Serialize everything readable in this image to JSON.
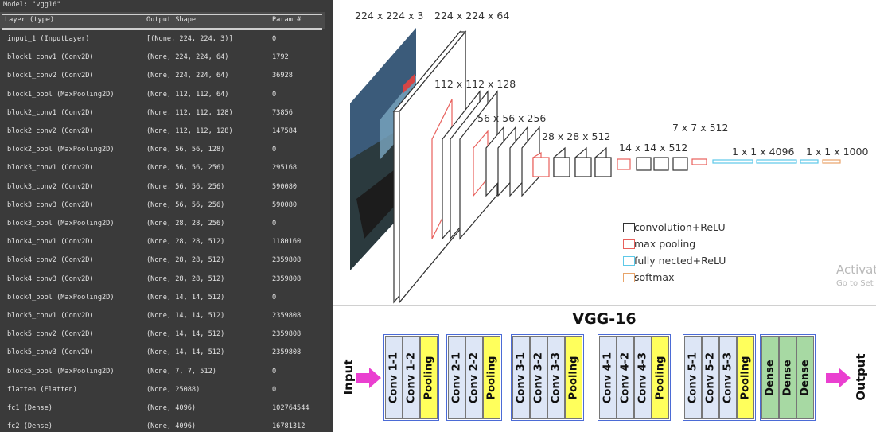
{
  "summary": {
    "model_line": "Model: \"vgg16\"",
    "headers": [
      "Layer (type)",
      "Output Shape",
      "Param #"
    ],
    "rows": [
      [
        "input_1 (InputLayer)",
        "[(None, 224, 224, 3)]",
        "0"
      ],
      [
        "block1_conv1 (Conv2D)",
        "(None, 224, 224, 64)",
        "1792"
      ],
      [
        "block1_conv2 (Conv2D)",
        "(None, 224, 224, 64)",
        "36928"
      ],
      [
        "block1_pool (MaxPooling2D)",
        "(None, 112, 112, 64)",
        "0"
      ],
      [
        "block2_conv1 (Conv2D)",
        "(None, 112, 112, 128)",
        "73856"
      ],
      [
        "block2_conv2 (Conv2D)",
        "(None, 112, 112, 128)",
        "147584"
      ],
      [
        "block2_pool (MaxPooling2D)",
        "(None, 56, 56, 128)",
        "0"
      ],
      [
        "block3_conv1 (Conv2D)",
        "(None, 56, 56, 256)",
        "295168"
      ],
      [
        "block3_conv2 (Conv2D)",
        "(None, 56, 56, 256)",
        "590080"
      ],
      [
        "block3_conv3 (Conv2D)",
        "(None, 56, 56, 256)",
        "590080"
      ],
      [
        "block3_pool (MaxPooling2D)",
        "(None, 28, 28, 256)",
        "0"
      ],
      [
        "block4_conv1 (Conv2D)",
        "(None, 28, 28, 512)",
        "1180160"
      ],
      [
        "block4_conv2 (Conv2D)",
        "(None, 28, 28, 512)",
        "2359808"
      ],
      [
        "block4_conv3 (Conv2D)",
        "(None, 28, 28, 512)",
        "2359808"
      ],
      [
        "block4_pool (MaxPooling2D)",
        "(None, 14, 14, 512)",
        "0"
      ],
      [
        "block5_conv1 (Conv2D)",
        "(None, 14, 14, 512)",
        "2359808"
      ],
      [
        "block5_conv2 (Conv2D)",
        "(None, 14, 14, 512)",
        "2359808"
      ],
      [
        "block5_conv3 (Conv2D)",
        "(None, 14, 14, 512)",
        "2359808"
      ],
      [
        "block5_pool (MaxPooling2D)",
        "(None, 7, 7, 512)",
        "0"
      ],
      [
        "flatten (Flatten)",
        "(None, 25088)",
        "0"
      ],
      [
        "fc1 (Dense)",
        "(None, 4096)",
        "102764544"
      ],
      [
        "fc2 (Dense)",
        "(None, 4096)",
        "16781312"
      ]
    ]
  },
  "diagram": {
    "dims": [
      "224 x 224 x 3",
      "224 x 224 x 64",
      "112 x 112 x 128",
      "56 x 56 x 256",
      "28 x 28 x 512",
      "14 x 14 x 512",
      "7 x 7 x 512",
      "1 x 1 x 4096",
      "1 x 1 x 1000"
    ],
    "legend": [
      {
        "label": "convolution+ReLU",
        "color": "#333333"
      },
      {
        "label": "max pooling",
        "color": "#e8605c"
      },
      {
        "label": "fully nected+ReLU",
        "color": "#5ec9e8"
      },
      {
        "label": "softmax",
        "color": "#e8a46a"
      }
    ],
    "watermark": {
      "line1": "Activat",
      "line2": "Go to Set"
    }
  },
  "vgg": {
    "title": "VGG-16",
    "input_label": "Input",
    "output_label": "Output",
    "groups": [
      [
        "Conv 1-1",
        "Conv 1-2",
        "Pooling"
      ],
      [
        "Conv 2-1",
        "Conv 2-2",
        "Pooling"
      ],
      [
        "Conv 3-1",
        "Conv 3-2",
        "Conv 3-3",
        "Pooling"
      ],
      [
        "Conv 4-1",
        "Conv 4-2",
        "Conv 4-3",
        "Pooling"
      ],
      [
        "Conv 5-1",
        "Conv 5-2",
        "Conv 5-3",
        "Pooling"
      ],
      [
        "Dense",
        "Dense",
        "Dense"
      ]
    ],
    "colors": {
      "conv": "#dde6f6",
      "pool": "#ffff5c",
      "dense": "#a7d9a3",
      "arrow": "#ea3fd0",
      "group_border": "#4b6bd6"
    }
  }
}
